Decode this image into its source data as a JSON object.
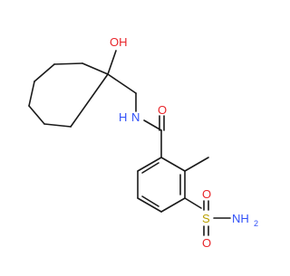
{
  "molecule": {
    "atom_labels": {
      "hydroxyl": "OH",
      "amide_nitrogen": "N",
      "amide_hydrogen": "H",
      "carbonyl_oxygen": "O",
      "sulfonyl_oxygen_top": "O",
      "sulfonyl_oxygen_bottom": "O",
      "sulfur": "S",
      "sulfonamide_nitrogen": "NH",
      "sulfonamide_subscript": "2"
    },
    "colors": {
      "bond": "#1a1a1a",
      "oxygen": "#e8252a",
      "nitrogen": "#3050f8",
      "sulfur": "#b8a000"
    }
  }
}
